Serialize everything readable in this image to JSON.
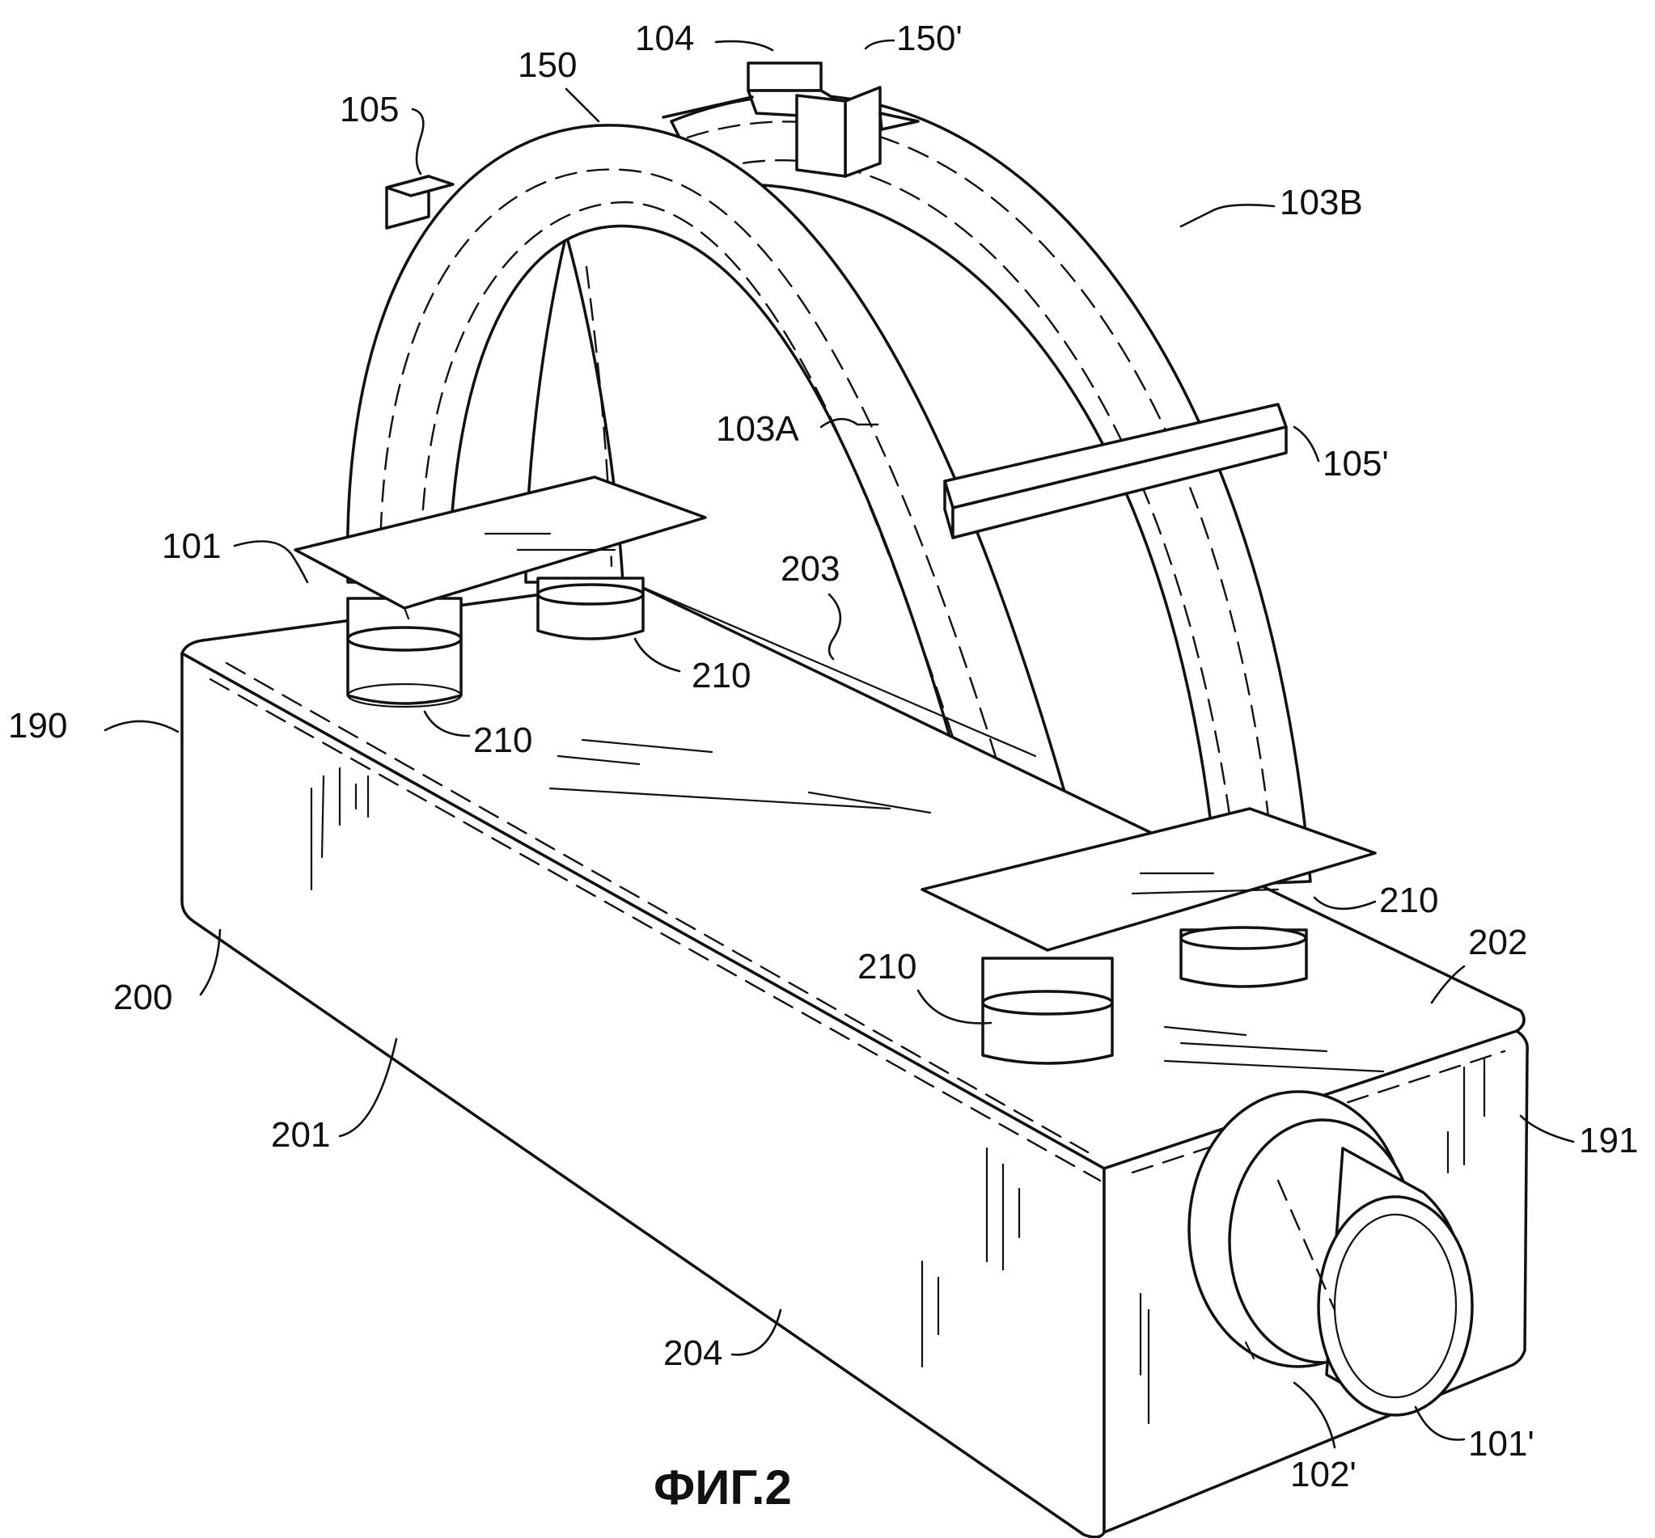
{
  "figure": {
    "caption": "ФИГ.2",
    "labels": {
      "l104": "104",
      "l150p": "150'",
      "l150": "150",
      "l105": "105",
      "l103B": "103B",
      "l103A": "103A",
      "l105p": "105'",
      "l101": "101",
      "l203": "203",
      "l210a": "210",
      "l190": "190",
      "l210b": "210",
      "l210c": "210",
      "l202": "202",
      "l210d": "210",
      "l200": "200",
      "l201": "201",
      "l191": "191",
      "l204": "204",
      "l102p": "102'",
      "l101p": "101'"
    }
  }
}
